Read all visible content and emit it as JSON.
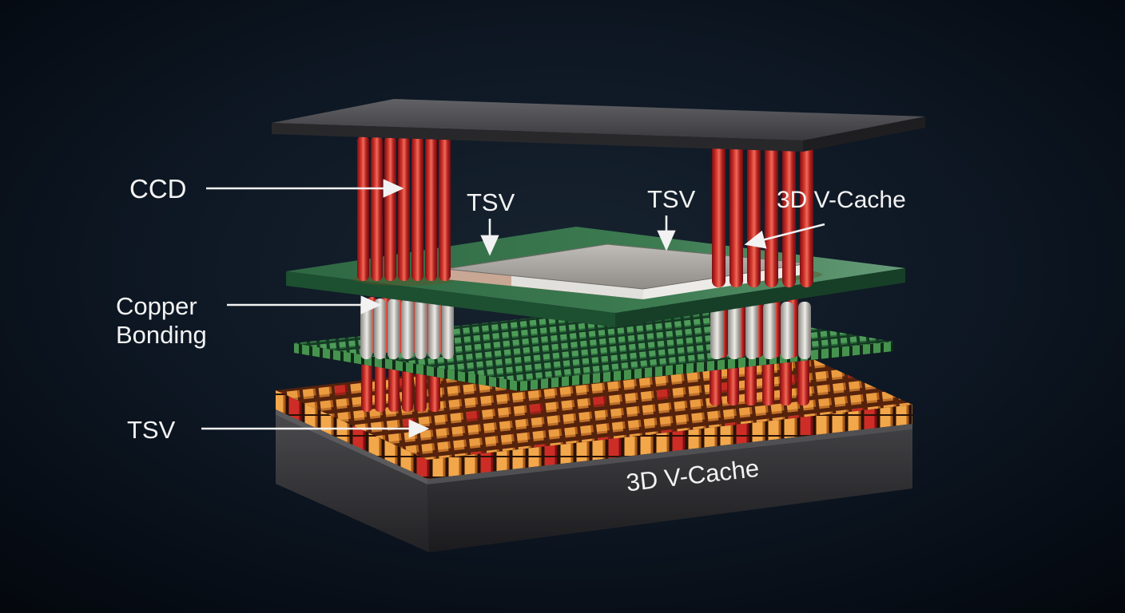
{
  "figure": {
    "type": "3d-chip-stack-diagram",
    "subject": "3D V-Cache die stacking"
  },
  "labels": {
    "ccd": "CCD",
    "tsv_top_left": "TSV",
    "tsv_top_right": "TSV",
    "v_cache_top": "3D V-Cache",
    "copper_bonding_line1": "Copper",
    "copper_bonding_line2": "Bonding",
    "tsv_bottom": "TSV",
    "v_cache_base": "3D V-Cache"
  },
  "colors": {
    "background": "#0b1420",
    "tsv_red": "#d23a2e",
    "copper_pillar_gray": "#d9d6d1",
    "cache_die_green": "#3a7a50",
    "mesh_green": "#4b9556",
    "microbump_orange": "#f0a44b",
    "microbump_red": "#c02a20",
    "die_dark_gray": "#3c3c3f",
    "label_text": "#f3f3f3"
  }
}
